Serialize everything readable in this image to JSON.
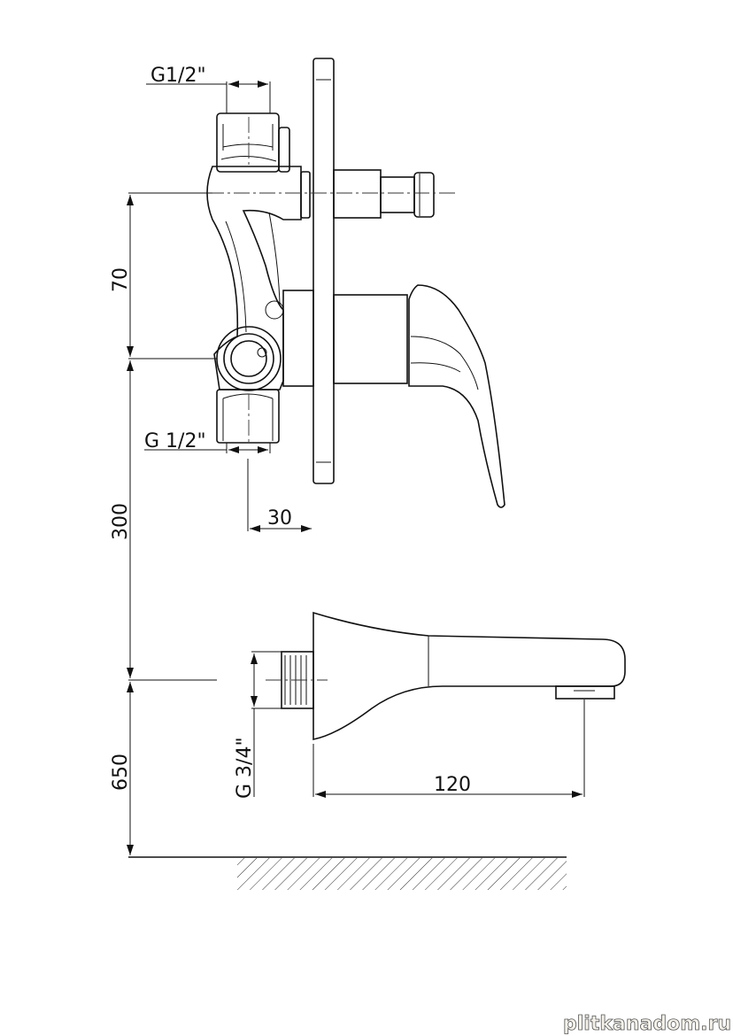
{
  "drawing": {
    "labels": {
      "inlet_top": "G1/2\"",
      "inlet_bottom": "G 1/2\"",
      "spout_thread": "G 3/4\"",
      "dim_70": "70",
      "dim_300": "300",
      "dim_650": "650",
      "dim_30": "30",
      "dim_120": "120"
    },
    "watermark": "plitkanadom.ru"
  }
}
